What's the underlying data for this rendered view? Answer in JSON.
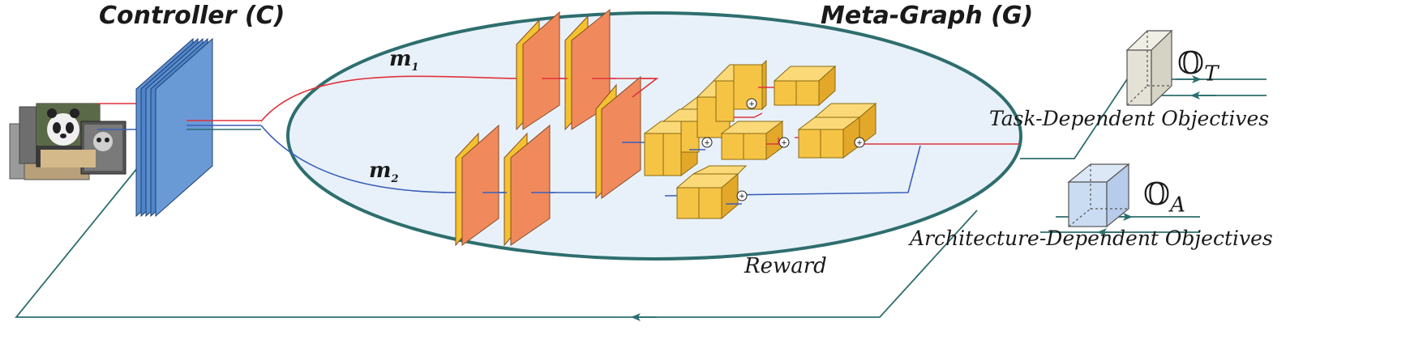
{
  "titles": {
    "controller": "Controller (C)",
    "meta_graph": "Meta-Graph (G)"
  },
  "paths": {
    "m1": {
      "symbol": "m",
      "subscript": "1"
    },
    "m2": {
      "symbol": "m",
      "subscript": "2"
    }
  },
  "objectives": {
    "task": {
      "symbol": "𝕆",
      "subscript": "T",
      "caption": "Task-Dependent Objectives"
    },
    "architecture": {
      "symbol": "𝕆",
      "subscript": "A",
      "caption": "Architecture-Dependent Objectives"
    }
  },
  "reward_label": "Reward",
  "colors": {
    "teal": "#2e6e6e",
    "ellipse_fill": "#e8f1fa",
    "red_path": "#e0323c",
    "blue_path": "#3a5fb8",
    "controller_blue": "#5b8fd0",
    "conv_orange": "#f08a5d",
    "conv_edge": "#f2c230",
    "cube_yellow": "#f6c445",
    "task_box": "#e4e2d6",
    "arch_box": "#cadcf2"
  },
  "icons": [
    "input-image-stack",
    "plus-node-icon"
  ]
}
